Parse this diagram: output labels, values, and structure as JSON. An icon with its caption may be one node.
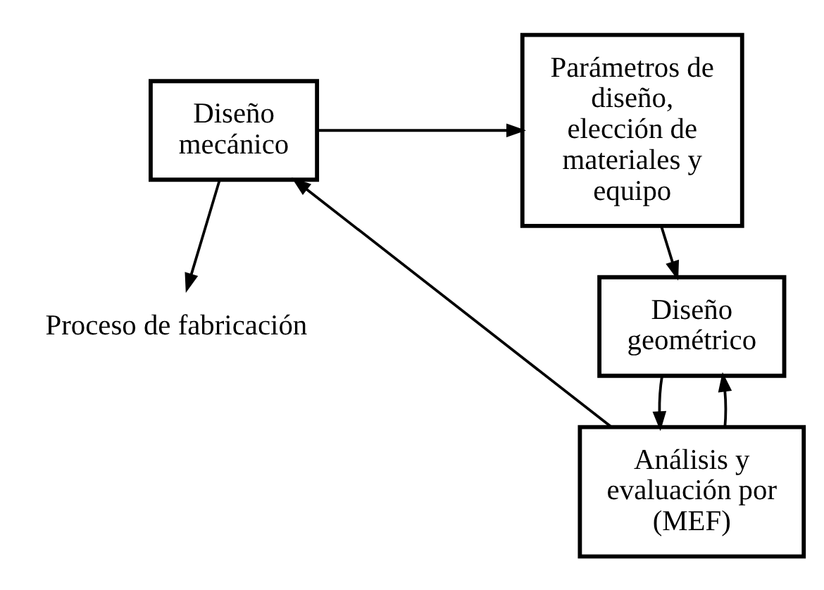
{
  "diagram": {
    "nodes": [
      {
        "text": [
          "Diseño mecánico"
        ]
      },
      {
        "text": [
          "Parámetros de diseño, elección de materiales y equipo"
        ]
      },
      {
        "text": [
          "Diseño geométrico"
        ]
      },
      {
        "text": [
          "Análisis y evaluación por (MEF)"
        ]
      },
      {
        "text": [
          "Proceso de fabricación"
        ]
      }
    ],
    "edges": [
      {
        "from": 0,
        "to": 1,
        "arrow": "to"
      },
      {
        "from": 1,
        "to": 2,
        "arrow": "to"
      },
      {
        "from": 2,
        "to": 3,
        "arrow": "to"
      },
      {
        "from": 3,
        "to": 0,
        "arrow": "to"
      },
      {
        "from": 3,
        "to": 2,
        "arrow": "to"
      },
      {
        "from": 0,
        "to": 4,
        "arrow": "to"
      }
    ]
  }
}
